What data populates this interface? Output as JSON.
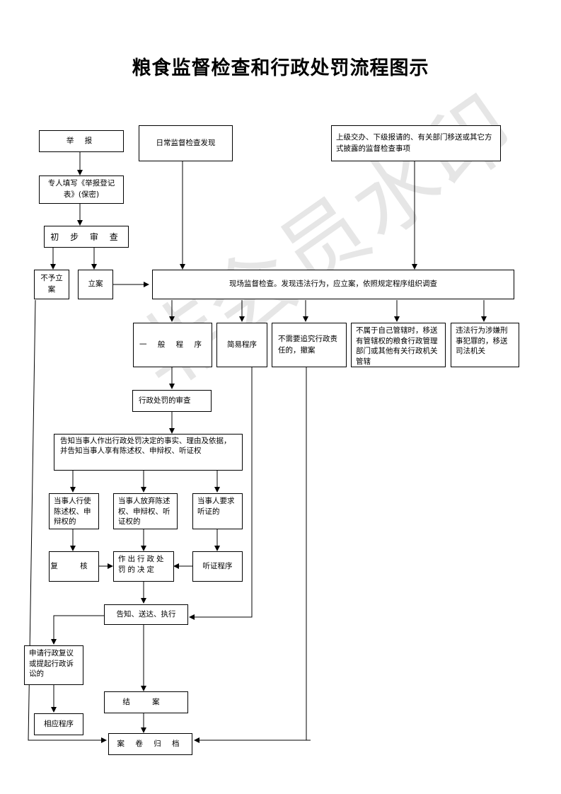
{
  "title": "粮食监督检查和行政处罚流程图示",
  "watermark": "非会员水印",
  "nodes": {
    "report": "举 报",
    "register": "专人填写《举报登记表》(保密)",
    "prelim_review": "初 步 审 查",
    "not_filed": "不予立案",
    "filed": "立案",
    "daily_inspection": "日常监督检查发现",
    "superior": "上级交办、下级报请的、有关部门移送或其它方式披露的监督检查事项",
    "onsite": "现场监督检查。发现违法行为，应立案，依照规定程序组织调查",
    "general_procedure": "一 般 程 序",
    "simple_procedure": "简易程序",
    "no_liability": "不需要追究行政责任的，撤案",
    "transfer_other": "不属于自己管辖时，移送有管辖权的粮食行政管理部门或其他有关行政机关管辖",
    "transfer_judicial": "违法行为涉嫌刑事犯罪的，移送司法机关",
    "penalty_review": "行政处罚的审查",
    "notify": "告知当事人作出行政处罚决定的事实、理由及依据，并告知当事人享有陈述权、申辩权、听证权",
    "exercise_rights": "当事人行使陈述权、申辩权的",
    "waive_rights": "当事人放弃陈述权、申辩权、听证权的",
    "request_hearing": "当事人要求听证的",
    "recheck": "复 核",
    "decision": "作出行政处罚的决定",
    "hearing": "听证程序",
    "execute": "告知、送达、执行",
    "appeal": "申请行政复议或提起行政诉讼的",
    "corresponding": "相应程序",
    "close": "结 案",
    "archive": "案 卷 归 档"
  }
}
